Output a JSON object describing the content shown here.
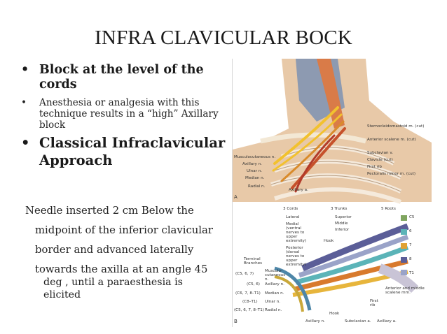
{
  "slide": {
    "title": "INFRA CLAVICULAR BOCK",
    "bullets": [
      {
        "marker": "•",
        "text": "Block at the level of the cords"
      },
      {
        "marker": "•",
        "text": "Anesthesia or analgesia with this technique results in a “high” Axillary block"
      },
      {
        "marker": "•",
        "text": "Classical Infraclavicular Approach"
      }
    ],
    "paragraph_lines": [
      "Needle inserted 2 cm Below the",
      "midpoint  of the inferior clavicular",
      "border and advanced laterally",
      "towards the axilla at an angle 45"
    ],
    "paragraph_tail": [
      "deg , until a paraesthesia is",
      "elicited"
    ]
  },
  "figure_a": {
    "panel": "A",
    "labels_right": [
      "Sternocleidomastoid m. (cut)",
      "Anterior scalene m. (cut)",
      "Subclavian v.",
      "Clavicle (cut)",
      "First rib",
      "Pectoralis minor m. (cut)"
    ],
    "labels_left": [
      "Musculocutaneous n.",
      "Axillary n.",
      "Ulnar n.",
      "Median n.",
      "Radial n."
    ],
    "bottom": "Axillary a."
  },
  "figure_b": {
    "panel": "B",
    "headers": [
      "3 Cords",
      "3 Trunks",
      "5 Roots"
    ],
    "cords": [
      "Lateral",
      "Medial (ventral nerves to upper extremity)",
      "Posterior (dorsal nerves to upper extremity)"
    ],
    "trunks": [
      "Superior",
      "Middle",
      "Inferior"
    ],
    "roots": [
      "C5",
      "6",
      "7",
      "8",
      "T1"
    ],
    "branches_title": "Terminal Branches",
    "branches": [
      {
        "seg": "(C5, 6, 7)",
        "name": "Musculo-cutaneous n."
      },
      {
        "seg": "(C5, 6)",
        "name": "Axillary n."
      },
      {
        "seg": "(C6, 7, 8–T1)",
        "name": "Median n."
      },
      {
        "seg": "(C8–T1)",
        "name": "Ulnar n."
      },
      {
        "seg": "(C5, 6, 7, 8–T1)",
        "name": "Radial n."
      }
    ],
    "misc": [
      "Hook",
      "Hook",
      "First rib",
      "Anterior and middle scalene mm."
    ],
    "bottom": [
      "Axillary n.",
      "Subclavian a.",
      "Axillary a."
    ]
  }
}
